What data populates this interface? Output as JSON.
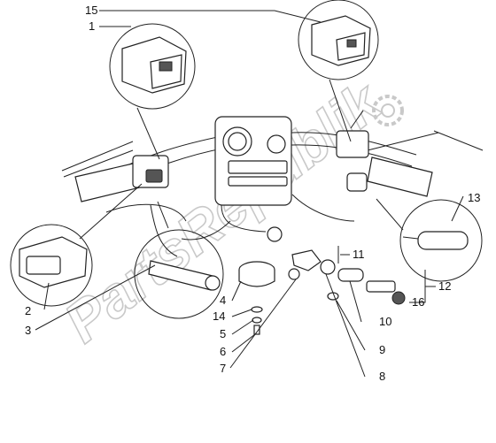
{
  "diagram": {
    "watermark": "PartsRepublik",
    "callouts": [
      "1",
      "2",
      "3",
      "4",
      "5",
      "6",
      "7",
      "8",
      "9",
      "10",
      "11",
      "12",
      "13",
      "14",
      "15",
      "16"
    ]
  }
}
